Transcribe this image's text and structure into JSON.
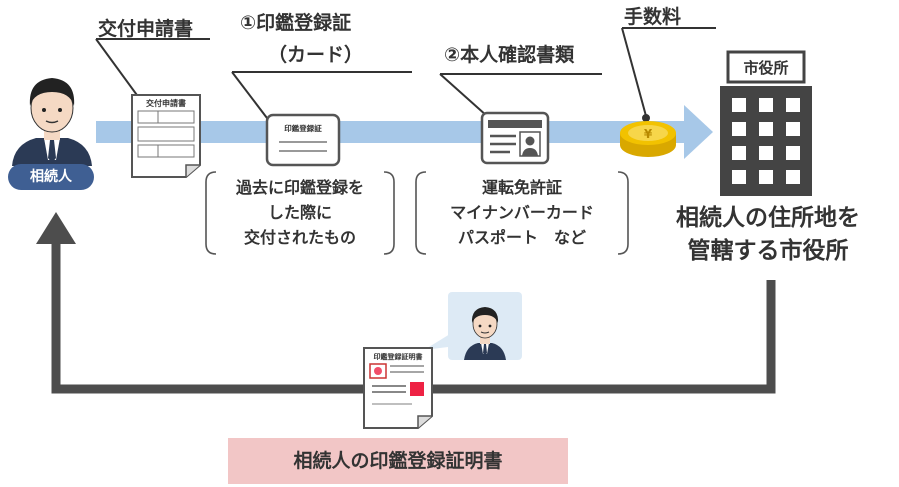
{
  "heir": {
    "label": "相続人",
    "icon": "person-icon"
  },
  "application": {
    "label": "交付申請書",
    "doc_title": "交付申請書"
  },
  "seal_card": {
    "label_line1": "①印鑑登録証",
    "label_line2": "（カード）",
    "card_title": "印鑑登録証",
    "caption": [
      "過去に印鑑登録を",
      "した際に",
      "交付されたもの"
    ]
  },
  "identity": {
    "label": "②本人確認書類",
    "caption": [
      "運転免許証",
      "マイナンバーカード",
      "パスポート　など"
    ]
  },
  "fee": {
    "label": "手数料",
    "coin_symbol": "¥"
  },
  "city_hall": {
    "sign": "市役所",
    "caption": [
      "相続人の住所地を",
      "管轄する市役所"
    ]
  },
  "certificate": {
    "doc_title": "印鑑登録証明書"
  },
  "result": {
    "label": "相続人の印鑑登録証明書"
  },
  "colors": {
    "flow_arrow": "#a7c8e8",
    "return_line": "#4d4d4d",
    "badge": "#3f5f93",
    "result_bg": "#f2c6c6",
    "coin": "#f2c200"
  }
}
